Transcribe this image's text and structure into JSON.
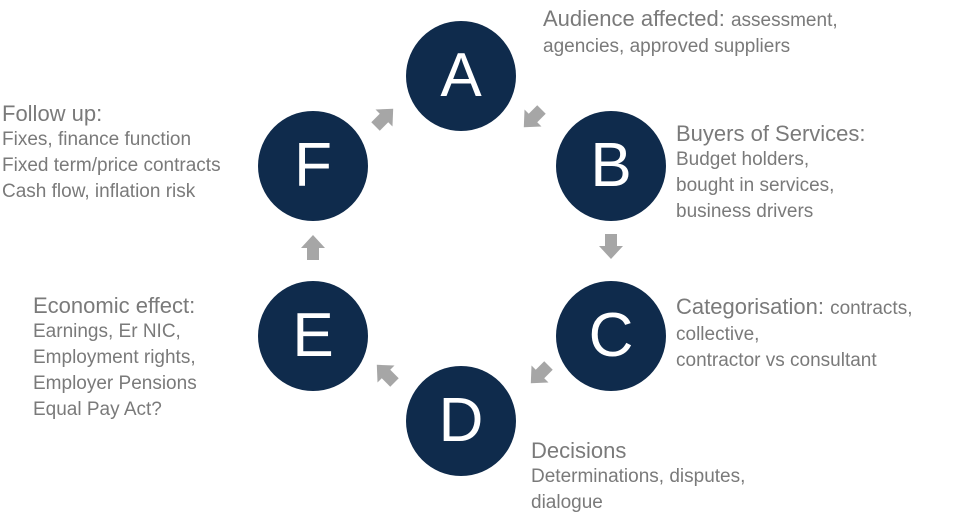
{
  "colors": {
    "node_fill": "#0f2b4c",
    "node_text": "#ffffff",
    "arrow": "#a6a6a6",
    "text": "#7a7a7a"
  },
  "nodes": {
    "a": {
      "letter": "A",
      "heading": "Audience affected:",
      "heading_extra": "assessment,",
      "lines": [
        "agencies, approved suppliers"
      ]
    },
    "b": {
      "letter": "B",
      "heading": "Buyers of Services:",
      "heading_extra": "",
      "lines": [
        "Budget holders,",
        "bought in services,",
        "business drivers"
      ]
    },
    "c": {
      "letter": "C",
      "heading": "Categorisation:",
      "heading_extra": "contracts,",
      "lines": [
        "collective,",
        "contractor vs consultant"
      ]
    },
    "d": {
      "letter": "D",
      "heading": "Decisions",
      "heading_extra": "",
      "lines": [
        "Determinations, disputes,",
        "dialogue"
      ]
    },
    "e": {
      "letter": "E",
      "heading": "Economic effect:",
      "heading_extra": "",
      "lines": [
        "Earnings, Er NIC,",
        "Employment rights,",
        "Employer Pensions",
        "Equal Pay Act?"
      ]
    },
    "f": {
      "letter": "F",
      "heading": "Follow up:",
      "heading_extra": "",
      "lines": [
        "Fixes, finance function",
        "Fixed term/price contracts",
        "Cash flow, inflation risk"
      ]
    }
  },
  "arrows": [
    {
      "name": "arrow-a-to-b",
      "direction": "down-right"
    },
    {
      "name": "arrow-b-to-c",
      "direction": "down"
    },
    {
      "name": "arrow-c-to-d",
      "direction": "down-left"
    },
    {
      "name": "arrow-d-to-e",
      "direction": "up-left"
    },
    {
      "name": "arrow-e-to-f",
      "direction": "up"
    },
    {
      "name": "arrow-f-to-a",
      "direction": "up-right"
    }
  ]
}
